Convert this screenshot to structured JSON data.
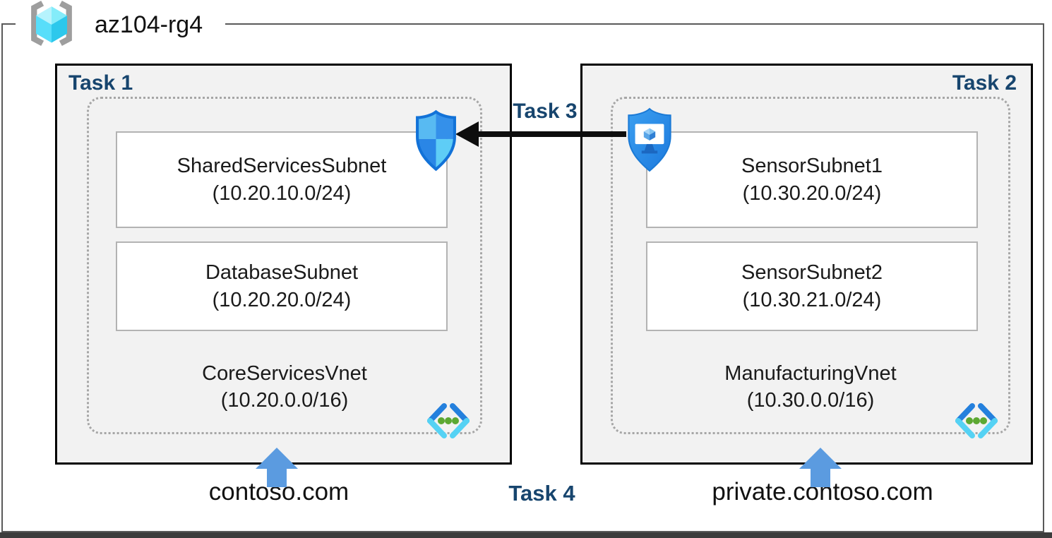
{
  "resource_group": {
    "name": "az104-rg4"
  },
  "tasks": {
    "task1": "Task 1",
    "task2": "Task 2",
    "task3": "Task 3",
    "task4": "Task 4"
  },
  "vnets": [
    {
      "name": "CoreServicesVnet",
      "cidr": "(10.20.0.0/16)",
      "task": "Task 1",
      "dns": "contoso.com",
      "subnets": [
        {
          "name": "SharedServicesSubnet",
          "cidr": "(10.20.10.0/24)"
        },
        {
          "name": "DatabaseSubnet",
          "cidr": "(10.20.20.0/24)"
        }
      ]
    },
    {
      "name": "ManufacturingVnet",
      "cidr": "(10.30.0.0/16)",
      "task": "Task 2",
      "dns": "private.contoso.com",
      "subnets": [
        {
          "name": "SensorSubnet1",
          "cidr": "(10.30.20.0/24)"
        },
        {
          "name": "SensorSubnet2",
          "cidr": "(10.30.21.0/24)"
        }
      ]
    }
  ],
  "icons": {
    "resource_group": "resource-group-icon",
    "nsg": "network-security-group-shield-icon",
    "bastion": "bastion-shield-monitor-icon",
    "vnet": "virtual-network-chevrons-icon",
    "peering_arrow": "task3-peering-arrow",
    "dns_arrow": "blue-up-arrow"
  },
  "colors": {
    "task_label": "#17456E",
    "box_fill": "#F2F2F2",
    "box_border": "#000000",
    "dotted_border": "#A6A6A6",
    "subnet_border": "#B3B3B3",
    "frame_border": "#595959",
    "arrow_black": "#0D0D0D",
    "arrow_blue": "#5B9BE0",
    "shield_blue": "#2189E8",
    "vnet_green_dot": "#5CA832",
    "cube_cyan": "#4FD9F4"
  }
}
